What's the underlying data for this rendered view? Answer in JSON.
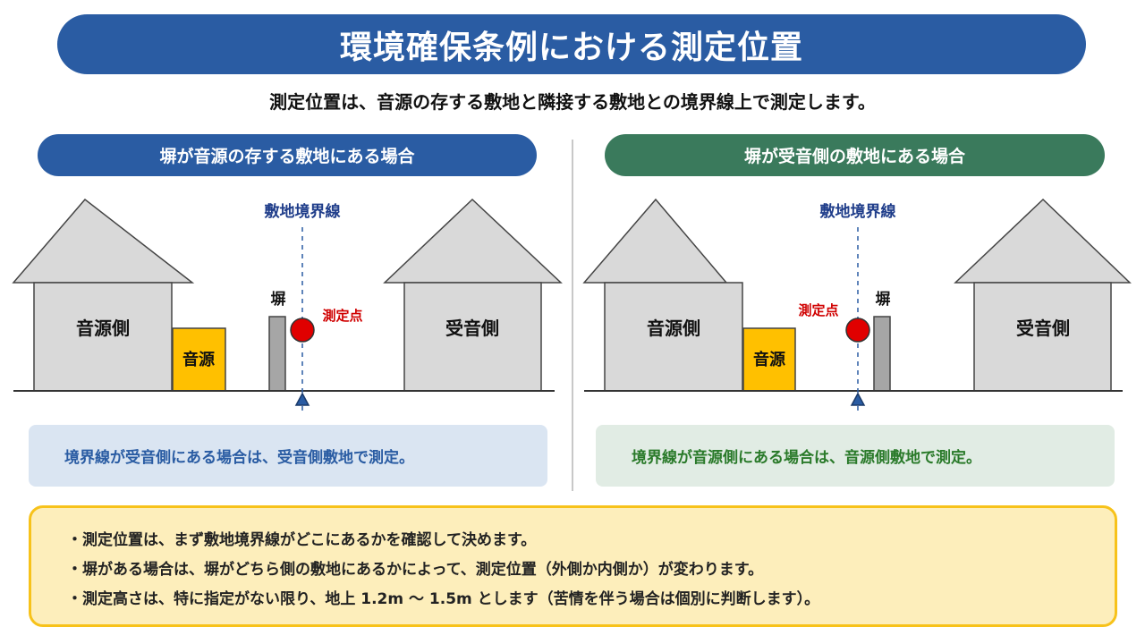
{
  "title": "環境確保条例における測定位置",
  "subtitle": "測定位置は、音源の存する敷地と隣接する敷地との境界線上で測定します。",
  "left_panel": {
    "heading": "塀が音源の存する敷地にある場合",
    "boundary_label": "敷地境界線",
    "wall_label": "塀",
    "point_label": "測定点",
    "source_house": "音源側",
    "source_box": "音源",
    "receiver_house": "受音側",
    "note": "境界線が受音側にある場合は、受音側敷地で測定。"
  },
  "right_panel": {
    "heading": "塀が受音側の敷地にある場合",
    "boundary_label": "敷地境界線",
    "wall_label": "塀",
    "point_label": "測定点",
    "source_house": "音源側",
    "source_box": "音源",
    "receiver_house": "受音側",
    "note": "境界線が音源側にある場合は、音源側敷地で測定。"
  },
  "bullets": [
    "・測定位置は、まず敷地境界線がどこにあるかを確認して決めます。",
    "・塀がある場合は、塀がどちら側の敷地にあるかによって、測定位置（外側か内側か）が変わります。",
    "・測定高さは、特に指定がない限り、地上 1.2m ～ 1.5m とします（苦情を伴う場合は個別に判断します）。"
  ],
  "colors": {
    "primary": "#2a5ca3",
    "green": "#3a7a5c",
    "source": "#ffc000",
    "point": "#e00000",
    "house": "#d9d9d9",
    "wall": "#a6a6a6"
  }
}
